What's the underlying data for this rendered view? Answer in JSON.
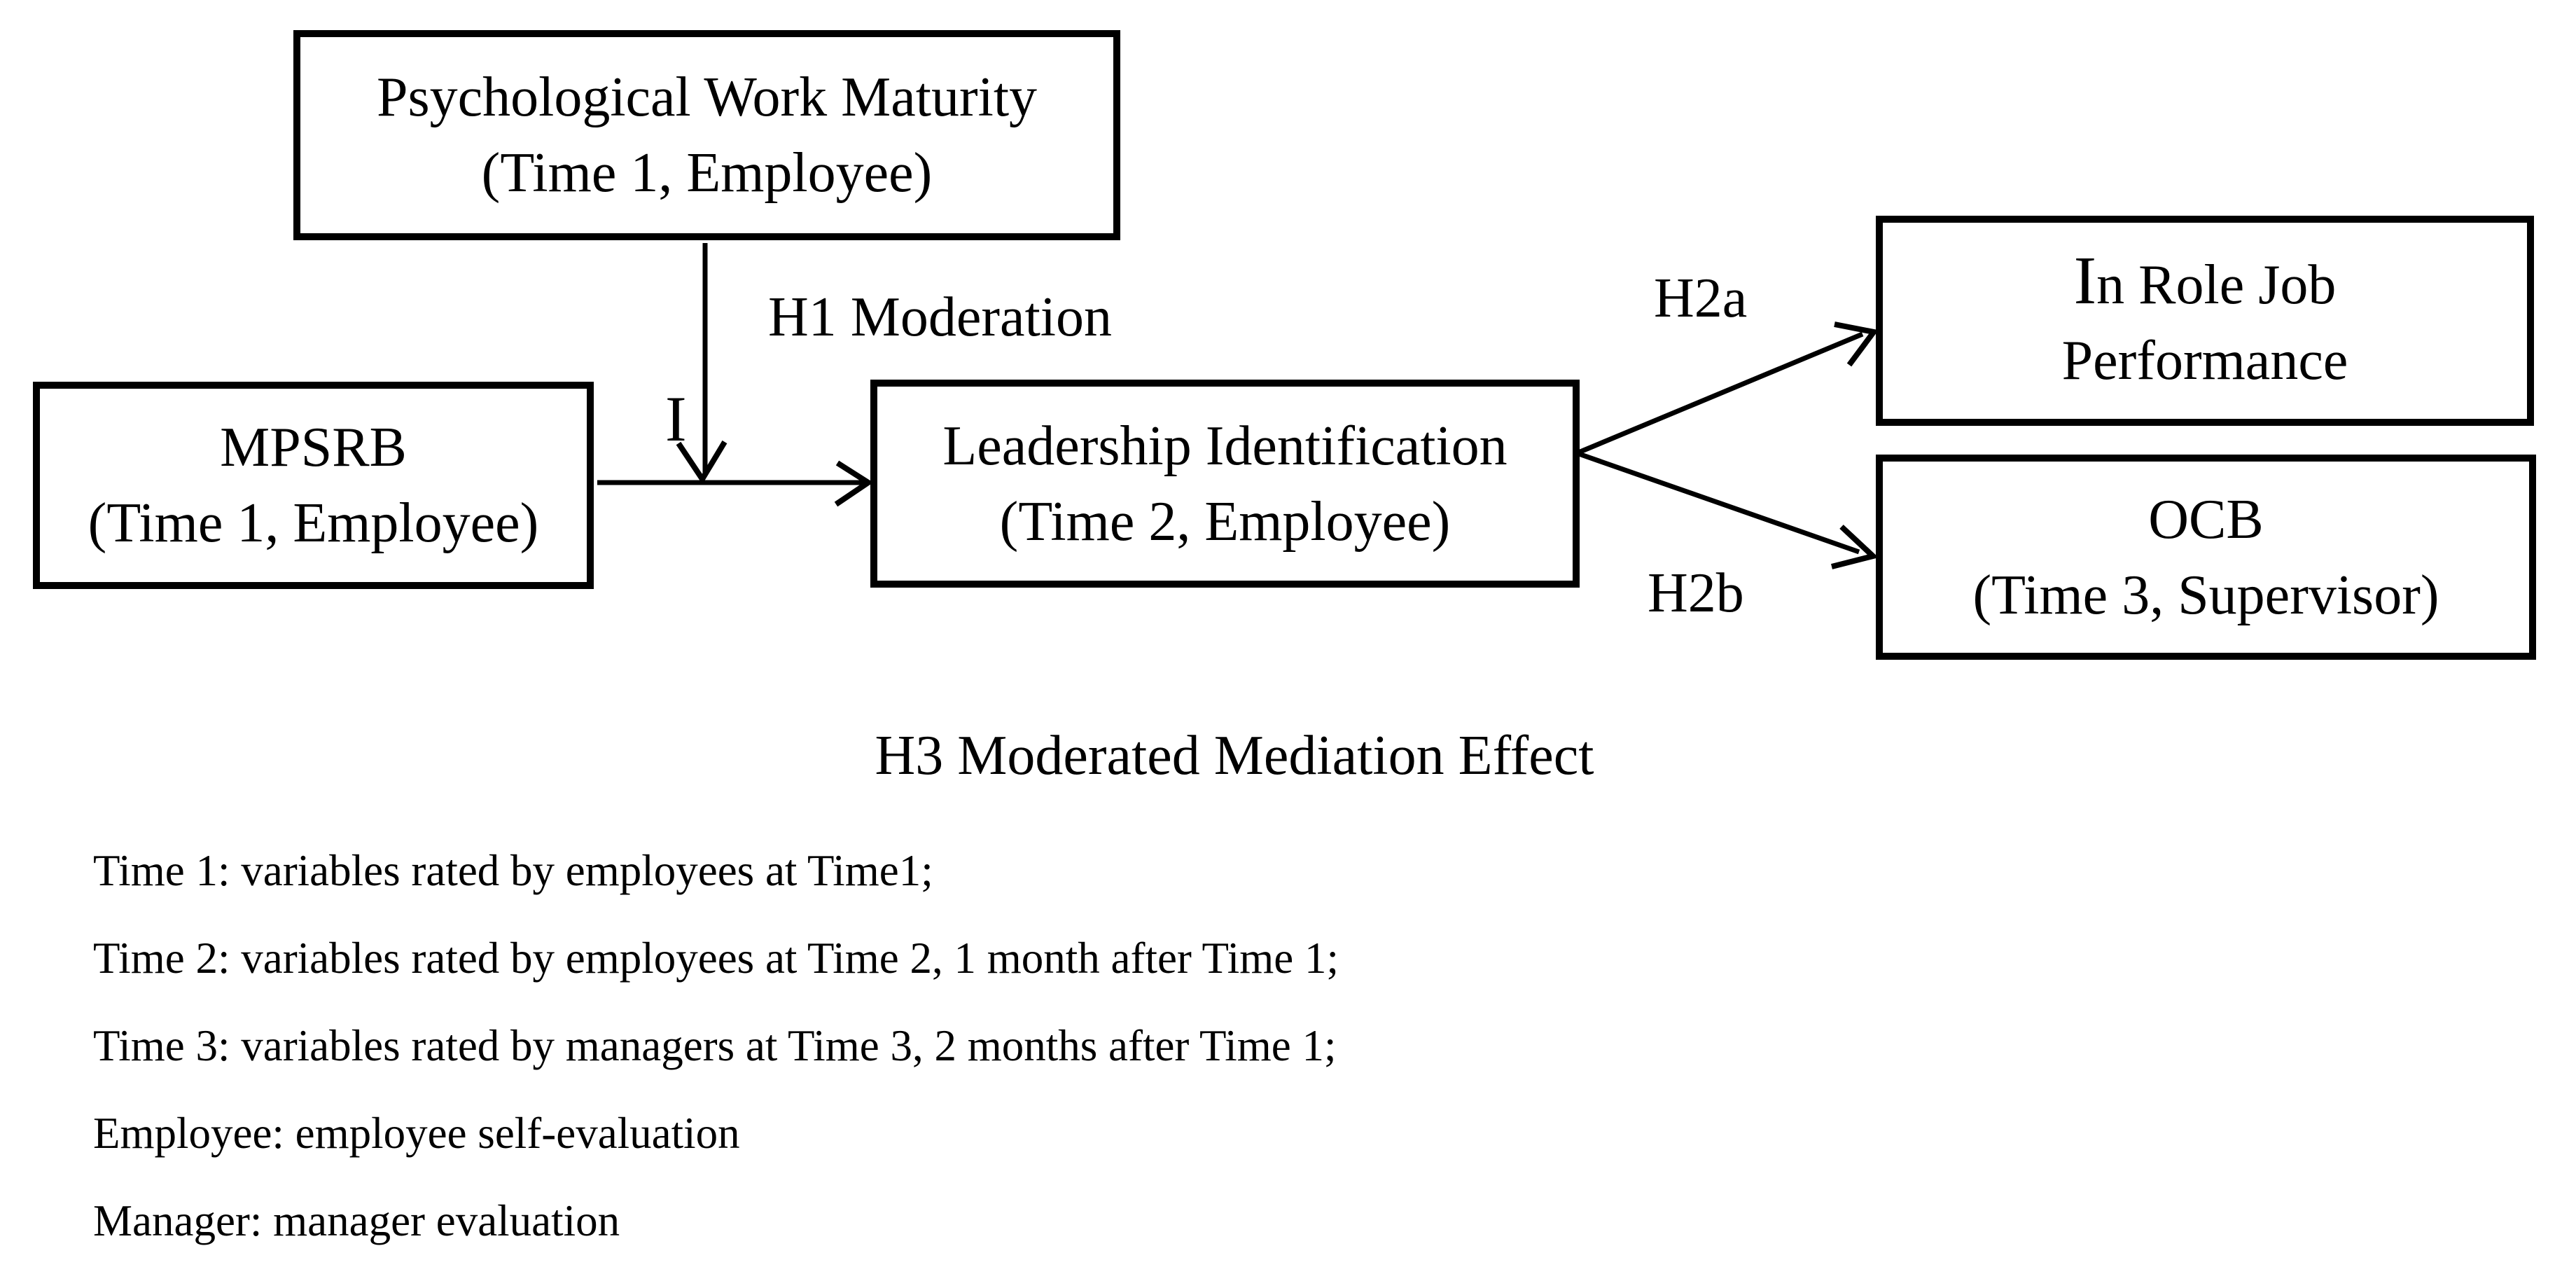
{
  "diagram": {
    "title_label": "H3 Moderated Mediation Effect",
    "boxes": {
      "pwm": {
        "line1": "Psychological Work Maturity",
        "line2": "(Time 1, Employee)"
      },
      "mpsrb": {
        "line1": "MPSRB",
        "line2": "(Time 1, Employee)"
      },
      "li": {
        "line1": "Leadership Identification",
        "line2": "(Time 2, Employee)"
      },
      "irjp": {
        "line1": "In Role Job",
        "line2": "Performance"
      },
      "ocb": {
        "line1": "OCB",
        "line2": "(Time 3, Supervisor)"
      }
    },
    "labels": {
      "h1": "H1 Moderation",
      "h2a": "H2a",
      "h2b": "H2b",
      "cursor_artifact": "I"
    },
    "notes": [
      "Time 1: variables rated by employees at Time1;",
      "Time 2: variables rated by employees at Time 2, 1 month after Time 1;",
      "Time 3: variables rated by managers at Time 3, 2 months after Time 1;",
      "Employee: employee self-evaluation",
      "Manager: manager evaluation"
    ],
    "colors": {
      "ink": "#000000",
      "background": "#ffffff"
    }
  }
}
